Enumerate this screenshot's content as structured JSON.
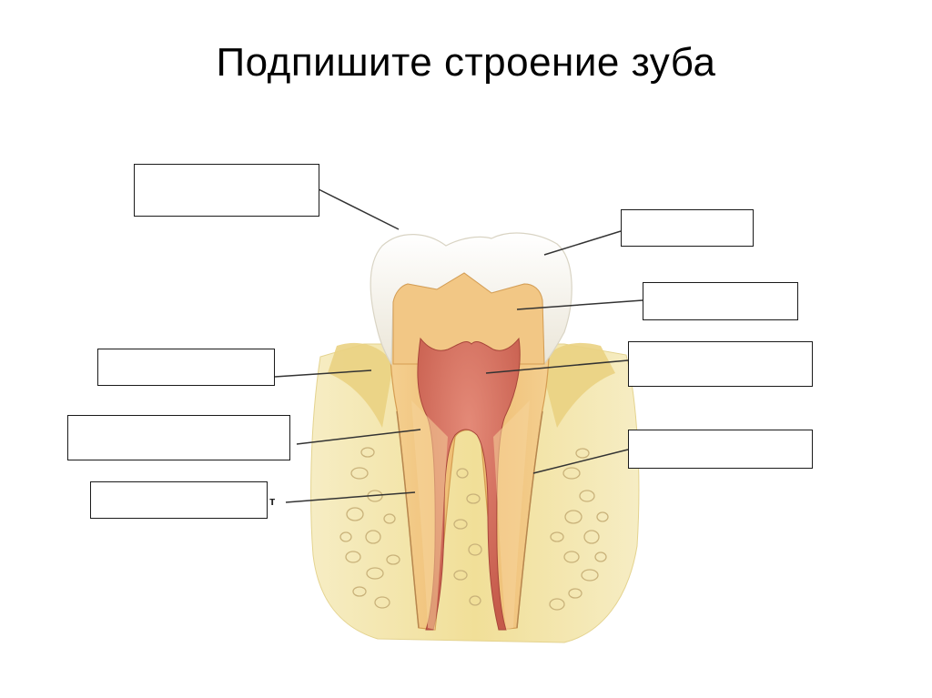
{
  "slide": {
    "title": "Подпишите строение зуба",
    "stray_letter": "т"
  },
  "diagram": {
    "subject": "tooth-cross-section",
    "label_boxes": [
      "",
      "",
      "",
      "",
      "",
      "",
      "",
      ""
    ],
    "colors": {
      "enamel": "#f4f2ec",
      "dentin": "#f0c583",
      "pulp": "#cf6b5a",
      "bone": "#f3e5a6",
      "gum": "#e9cf79",
      "leader_line": "#333333"
    }
  }
}
